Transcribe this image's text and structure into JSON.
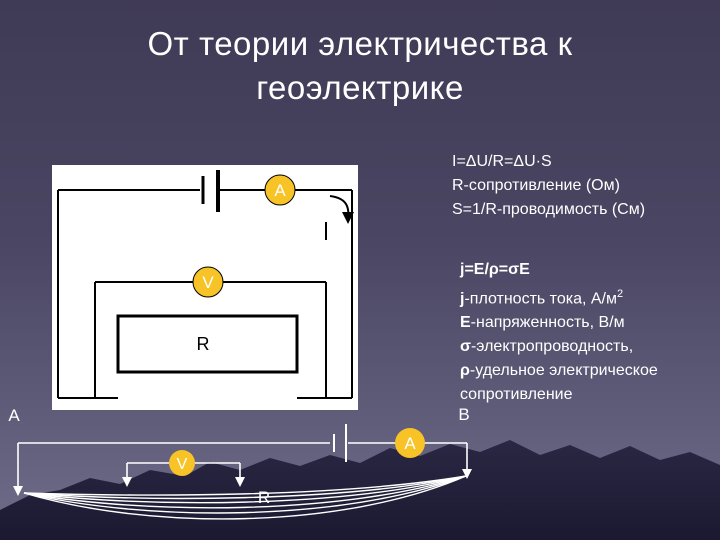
{
  "slide": {
    "title_line1": "От теории электричества к",
    "title_line2": "геоэлектрике"
  },
  "formulas_top": {
    "line1": "I=ΔU/R=ΔU·S",
    "line2": "R-сопротивление (Ом)",
    "line3": "S=1/R-проводимость (См)"
  },
  "formulas_bottom": {
    "line1": "j=E/ρ=σE",
    "line2_a": "j",
    "line2_b": "-плотность тока, А/м",
    "line2_sup": "2",
    "line3_a": "E",
    "line3_b": "-напряженность, В/м",
    "line4_a": "σ",
    "line4_b": "-электропроводность,",
    "line5_a": "ρ",
    "line5_b": "-удельное электрическое",
    "line6": "сопротивление"
  },
  "circuit_top": {
    "ammeter_label": "A",
    "current_label": "I",
    "voltmeter_label": "V",
    "resistor_label": "R"
  },
  "circuit_bottom": {
    "electrode_a_label": "A",
    "electrode_b_label": "B",
    "ammeter_label": "A",
    "voltmeter_label": "V",
    "ground_label": "R"
  },
  "colors": {
    "background_top": "#3f3a55",
    "background_bottom": "#706d8a",
    "panel": "#ffffff",
    "ammeter_fill": "#f7c326",
    "wire": "#000000",
    "text": "#ffffff"
  }
}
